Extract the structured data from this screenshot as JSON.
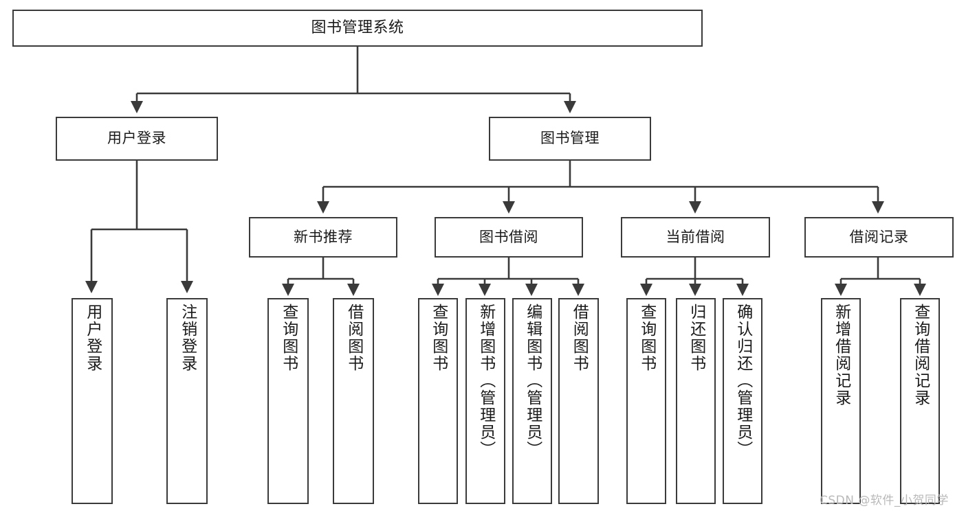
{
  "diagram": {
    "type": "tree",
    "title": "图书管理系统",
    "root": {
      "label": "图书管理系统"
    },
    "level2": [
      {
        "label": "用户登录"
      },
      {
        "label": "图书管理"
      }
    ],
    "level3": [
      {
        "label": "新书推荐"
      },
      {
        "label": "图书借阅"
      },
      {
        "label": "当前借阅"
      },
      {
        "label": "借阅记录"
      }
    ],
    "leaves_user_login": [
      {
        "label": "用户登录"
      },
      {
        "label": "注销登录"
      }
    ],
    "leaves_new_books": [
      {
        "label": "查询图书"
      },
      {
        "label": "借阅图书"
      }
    ],
    "leaves_borrow": [
      {
        "label": "查询图书"
      },
      {
        "label": "新增图书（管理员）"
      },
      {
        "label": "编辑图书（管理员）"
      },
      {
        "label": "借阅图书"
      }
    ],
    "leaves_current": [
      {
        "label": "查询图书"
      },
      {
        "label": "归还图书"
      },
      {
        "label": "确认归还（管理员）"
      }
    ],
    "leaves_records": [
      {
        "label": "新增借阅记录"
      },
      {
        "label": "查询借阅记录"
      }
    ]
  },
  "watermark": {
    "text": "CSDN @软件_小贺同学"
  },
  "colors": {
    "border": "#3a3a3a",
    "background": "#ffffff",
    "text": "#1a1a1a",
    "watermark": "#b9b9b9"
  }
}
